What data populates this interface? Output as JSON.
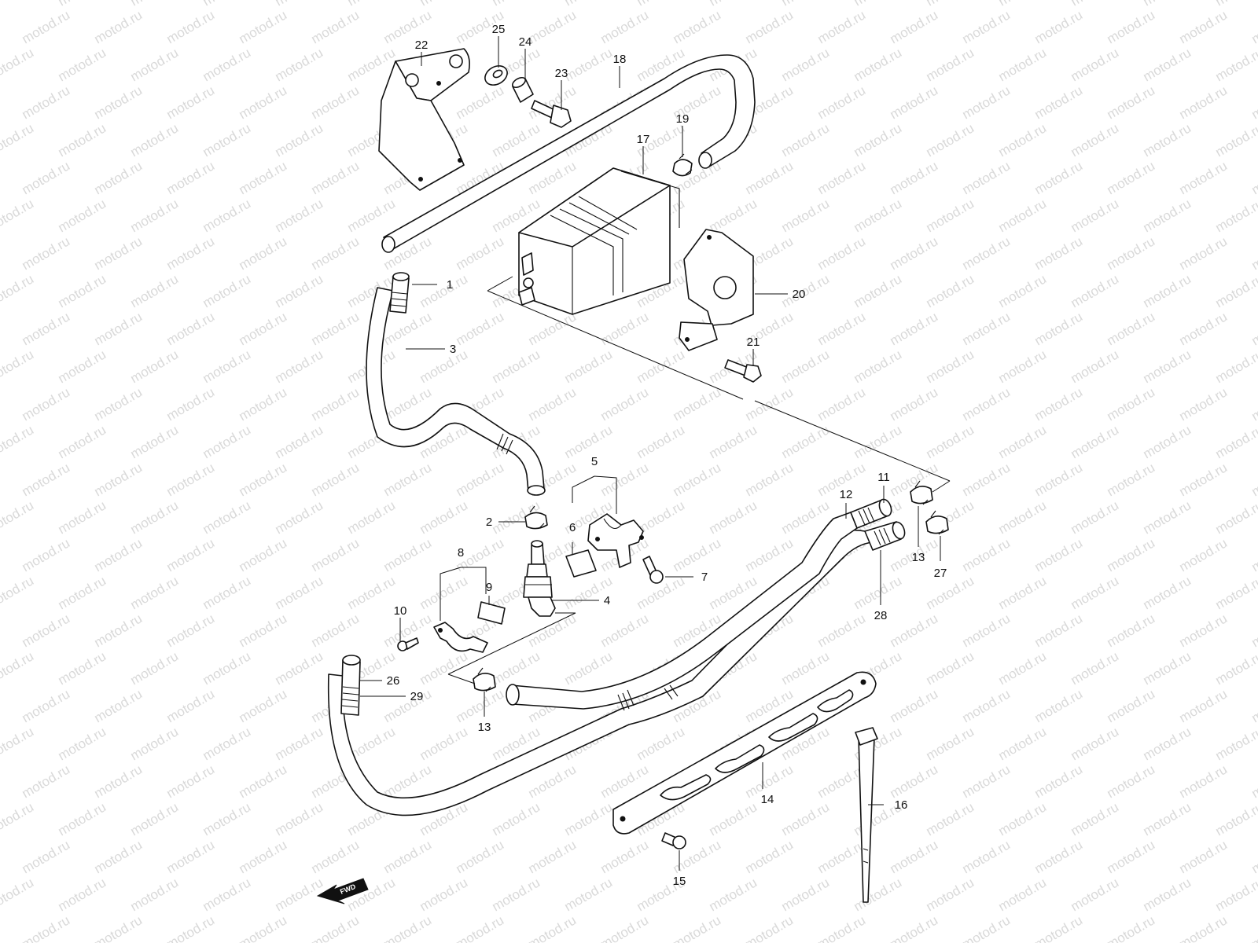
{
  "watermark": {
    "text": "motod.ru",
    "color": "#d9d9d9"
  },
  "fwd_arrow": {
    "label": "FWD"
  },
  "callouts": [
    {
      "id": "c1",
      "label": "1"
    },
    {
      "id": "c2",
      "label": "2"
    },
    {
      "id": "c3",
      "label": "3"
    },
    {
      "id": "c4",
      "label": "4"
    },
    {
      "id": "c5",
      "label": "5"
    },
    {
      "id": "c6",
      "label": "6"
    },
    {
      "id": "c7",
      "label": "7"
    },
    {
      "id": "c8",
      "label": "8"
    },
    {
      "id": "c9",
      "label": "9"
    },
    {
      "id": "c10",
      "label": "10"
    },
    {
      "id": "c11",
      "label": "11"
    },
    {
      "id": "c12",
      "label": "12"
    },
    {
      "id": "c13a",
      "label": "13"
    },
    {
      "id": "c13b",
      "label": "13"
    },
    {
      "id": "c14",
      "label": "14"
    },
    {
      "id": "c15",
      "label": "15"
    },
    {
      "id": "c16",
      "label": "16"
    },
    {
      "id": "c17",
      "label": "17"
    },
    {
      "id": "c18",
      "label": "18"
    },
    {
      "id": "c19",
      "label": "19"
    },
    {
      "id": "c20",
      "label": "20"
    },
    {
      "id": "c21",
      "label": "21"
    },
    {
      "id": "c22",
      "label": "22"
    },
    {
      "id": "c23",
      "label": "23"
    },
    {
      "id": "c24",
      "label": "24"
    },
    {
      "id": "c25",
      "label": "25"
    },
    {
      "id": "c26",
      "label": "26"
    },
    {
      "id": "c27",
      "label": "27"
    },
    {
      "id": "c28",
      "label": "28"
    },
    {
      "id": "c29",
      "label": "29"
    }
  ]
}
